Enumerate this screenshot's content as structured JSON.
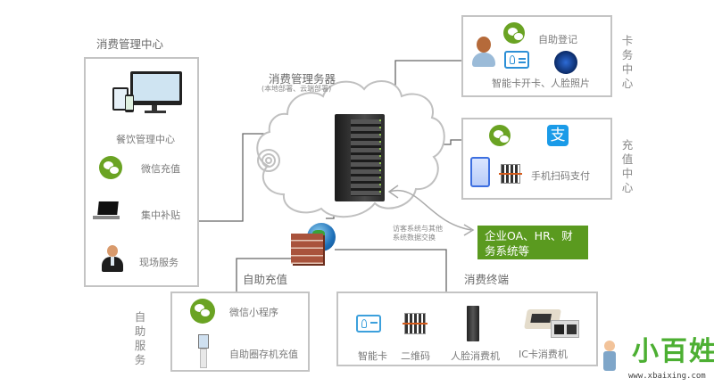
{
  "left_panel": {
    "title": "消费管理中心",
    "device_caption": "餐饮管理中心",
    "items": [
      {
        "icon": "wechat-icon",
        "label": "微信充值"
      },
      {
        "icon": "laptop-icon",
        "label": "集中补贴"
      },
      {
        "icon": "staff-person-icon",
        "label": "现场服务"
      }
    ]
  },
  "server": {
    "title": "消费管理务器",
    "subtitle": "(本地部署、云端部署)"
  },
  "card_center": {
    "side_label": "卡务中心",
    "self_register": "自助登记",
    "caption": "智能卡开卡、人脸照片"
  },
  "recharge_center": {
    "side_label": "充值中心",
    "caption": "手机扫码支付",
    "alipay_glyph": "支"
  },
  "exchange": {
    "note_line1": "访客系统与其他",
    "note_line2": "系统数据交换",
    "target_box": "企业OA、HR、财务系统等"
  },
  "self_recharge": {
    "title": "自助充值",
    "side_label": "自助服务",
    "items": [
      {
        "icon": "wechat-icon",
        "label": "微信小程序"
      },
      {
        "icon": "kiosk-icon",
        "label": "自助圈存机充值"
      }
    ]
  },
  "terminals": {
    "title": "消费终端",
    "items": [
      {
        "icon": "smart-card-icon",
        "label": "智能卡"
      },
      {
        "icon": "qr-code-icon",
        "label": "二维码"
      },
      {
        "icon": "face-terminal-icon",
        "label": "人脸消费机"
      },
      {
        "icon": "ic-card-terminal-icon",
        "label": "IC卡消费机"
      }
    ]
  },
  "watermark": {
    "brand": "小百姓",
    "url": "www.xbaixing.com"
  },
  "colors": {
    "accent_green": "#5a9a1f",
    "wechat_green": "#6aa323",
    "alipay_blue": "#1a9be8",
    "border_gray": "#c4c4c4"
  }
}
